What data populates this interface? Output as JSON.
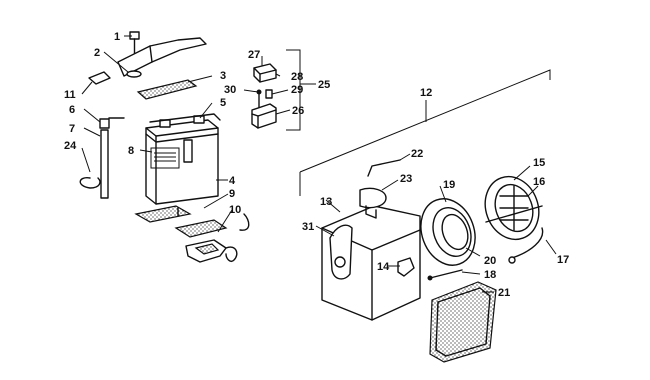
{
  "callouts": [
    {
      "id": "c1",
      "num": "1"
    },
    {
      "id": "c2",
      "num": "2"
    },
    {
      "id": "c3",
      "num": "3"
    },
    {
      "id": "c4",
      "num": "4"
    },
    {
      "id": "c5",
      "num": "5"
    },
    {
      "id": "c6",
      "num": "6"
    },
    {
      "id": "c7",
      "num": "7"
    },
    {
      "id": "c8",
      "num": "8"
    },
    {
      "id": "c9",
      "num": "9"
    },
    {
      "id": "c10",
      "num": "10"
    },
    {
      "id": "c11",
      "num": "11"
    },
    {
      "id": "c12",
      "num": "12"
    },
    {
      "id": "c13",
      "num": "13"
    },
    {
      "id": "c14",
      "num": "14"
    },
    {
      "id": "c15",
      "num": "15"
    },
    {
      "id": "c16",
      "num": "16"
    },
    {
      "id": "c17",
      "num": "17"
    },
    {
      "id": "c18",
      "num": "18"
    },
    {
      "id": "c19",
      "num": "19"
    },
    {
      "id": "c20",
      "num": "20"
    },
    {
      "id": "c21",
      "num": "21"
    },
    {
      "id": "c22",
      "num": "22"
    },
    {
      "id": "c23",
      "num": "23"
    },
    {
      "id": "c24",
      "num": "24"
    },
    {
      "id": "c25",
      "num": "25"
    },
    {
      "id": "c26",
      "num": "26"
    },
    {
      "id": "c27",
      "num": "27"
    },
    {
      "id": "c28",
      "num": "28"
    },
    {
      "id": "c29",
      "num": "29"
    },
    {
      "id": "c30",
      "num": "30"
    },
    {
      "id": "c31",
      "num": "31"
    }
  ]
}
